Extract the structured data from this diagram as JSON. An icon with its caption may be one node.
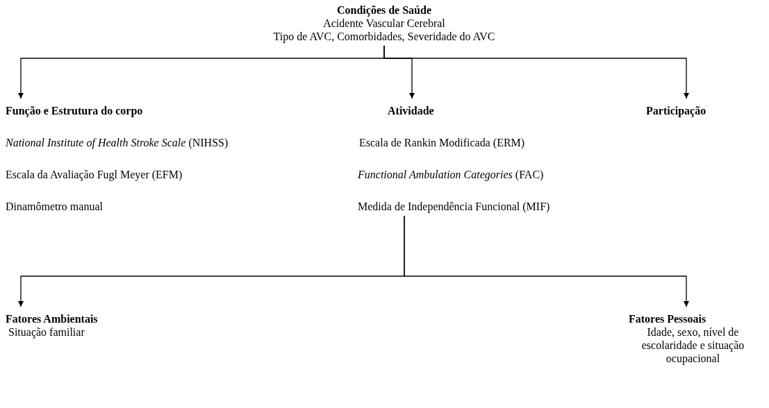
{
  "diagram": {
    "nodes": [
      {
        "text": [
          "Condições de Saúde",
          "Acidente Vascular Cerebral",
          "Tipo de AVC, Comorbidades, Severidade do AVC"
        ]
      },
      {
        "text": [
          "Função e Estrutura do corpo",
          "*National Institute of Health Stroke Scale* (NIHSS)",
          "Escala da Avaliação Fugl Meyer (EFM)",
          "Dinamômetro manual"
        ]
      },
      {
        "text": [
          "Atividade",
          "Escala de Rankin Modificada (ERM)",
          "*Functional Ambulation Categories* (FAC)",
          "Medida de Independência Funcional (MIF)"
        ]
      },
      {
        "text": [
          "Participação"
        ]
      },
      {
        "text": [
          "Fatores Ambientais",
          "Situação familiar"
        ]
      },
      {
        "text": [
          "Fatores Pessoais",
          "Idade, sexo, nível de escolaridade e situação ocupacional"
        ]
      }
    ],
    "edges": [
      {
        "from": 0,
        "to": 1,
        "arrow": "to"
      },
      {
        "from": 0,
        "to": 2,
        "arrow": "to"
      },
      {
        "from": 0,
        "to": 3,
        "arrow": "to"
      },
      {
        "from": 2,
        "to": 4,
        "arrow": "to"
      },
      {
        "from": 2,
        "to": 5,
        "arrow": "to"
      }
    ]
  }
}
